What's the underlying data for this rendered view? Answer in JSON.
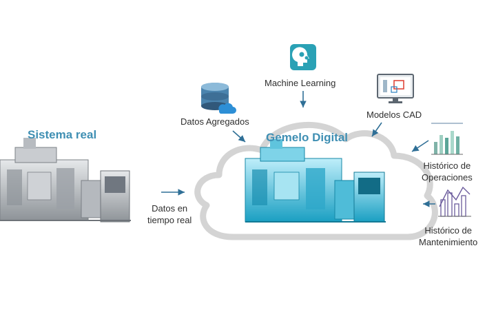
{
  "real_system": {
    "title": "Sistema real",
    "flow_label_line1": "Datos en",
    "flow_label_line2": "tiempo real"
  },
  "digital_twin": {
    "title": "Gemelo Digital"
  },
  "sources": {
    "aggregated": "Datos Agregados",
    "machine_learning": "Machine Learning",
    "cad_models": "Modelos CAD",
    "operations_line1": "Histórico de",
    "operations_line2": "Operaciones",
    "maintenance_line1": "Histórico de",
    "maintenance_line2": "Mantenimiento"
  },
  "colors": {
    "accent": "#3f8fb3",
    "cloud_outline": "#d4d4d4",
    "arrow": "#2f6f96",
    "icon_teal": "#2aa1b5",
    "twin_tint": "#27b6d6",
    "machine_metal": "#a9adb2"
  },
  "icons": {
    "aggregated": "database-cloud-icon",
    "machine_learning": "brain-gears-icon",
    "cad_models": "monitor-cad-icon",
    "operations": "bar-chart-icon",
    "maintenance": "line-bar-chart-icon"
  }
}
